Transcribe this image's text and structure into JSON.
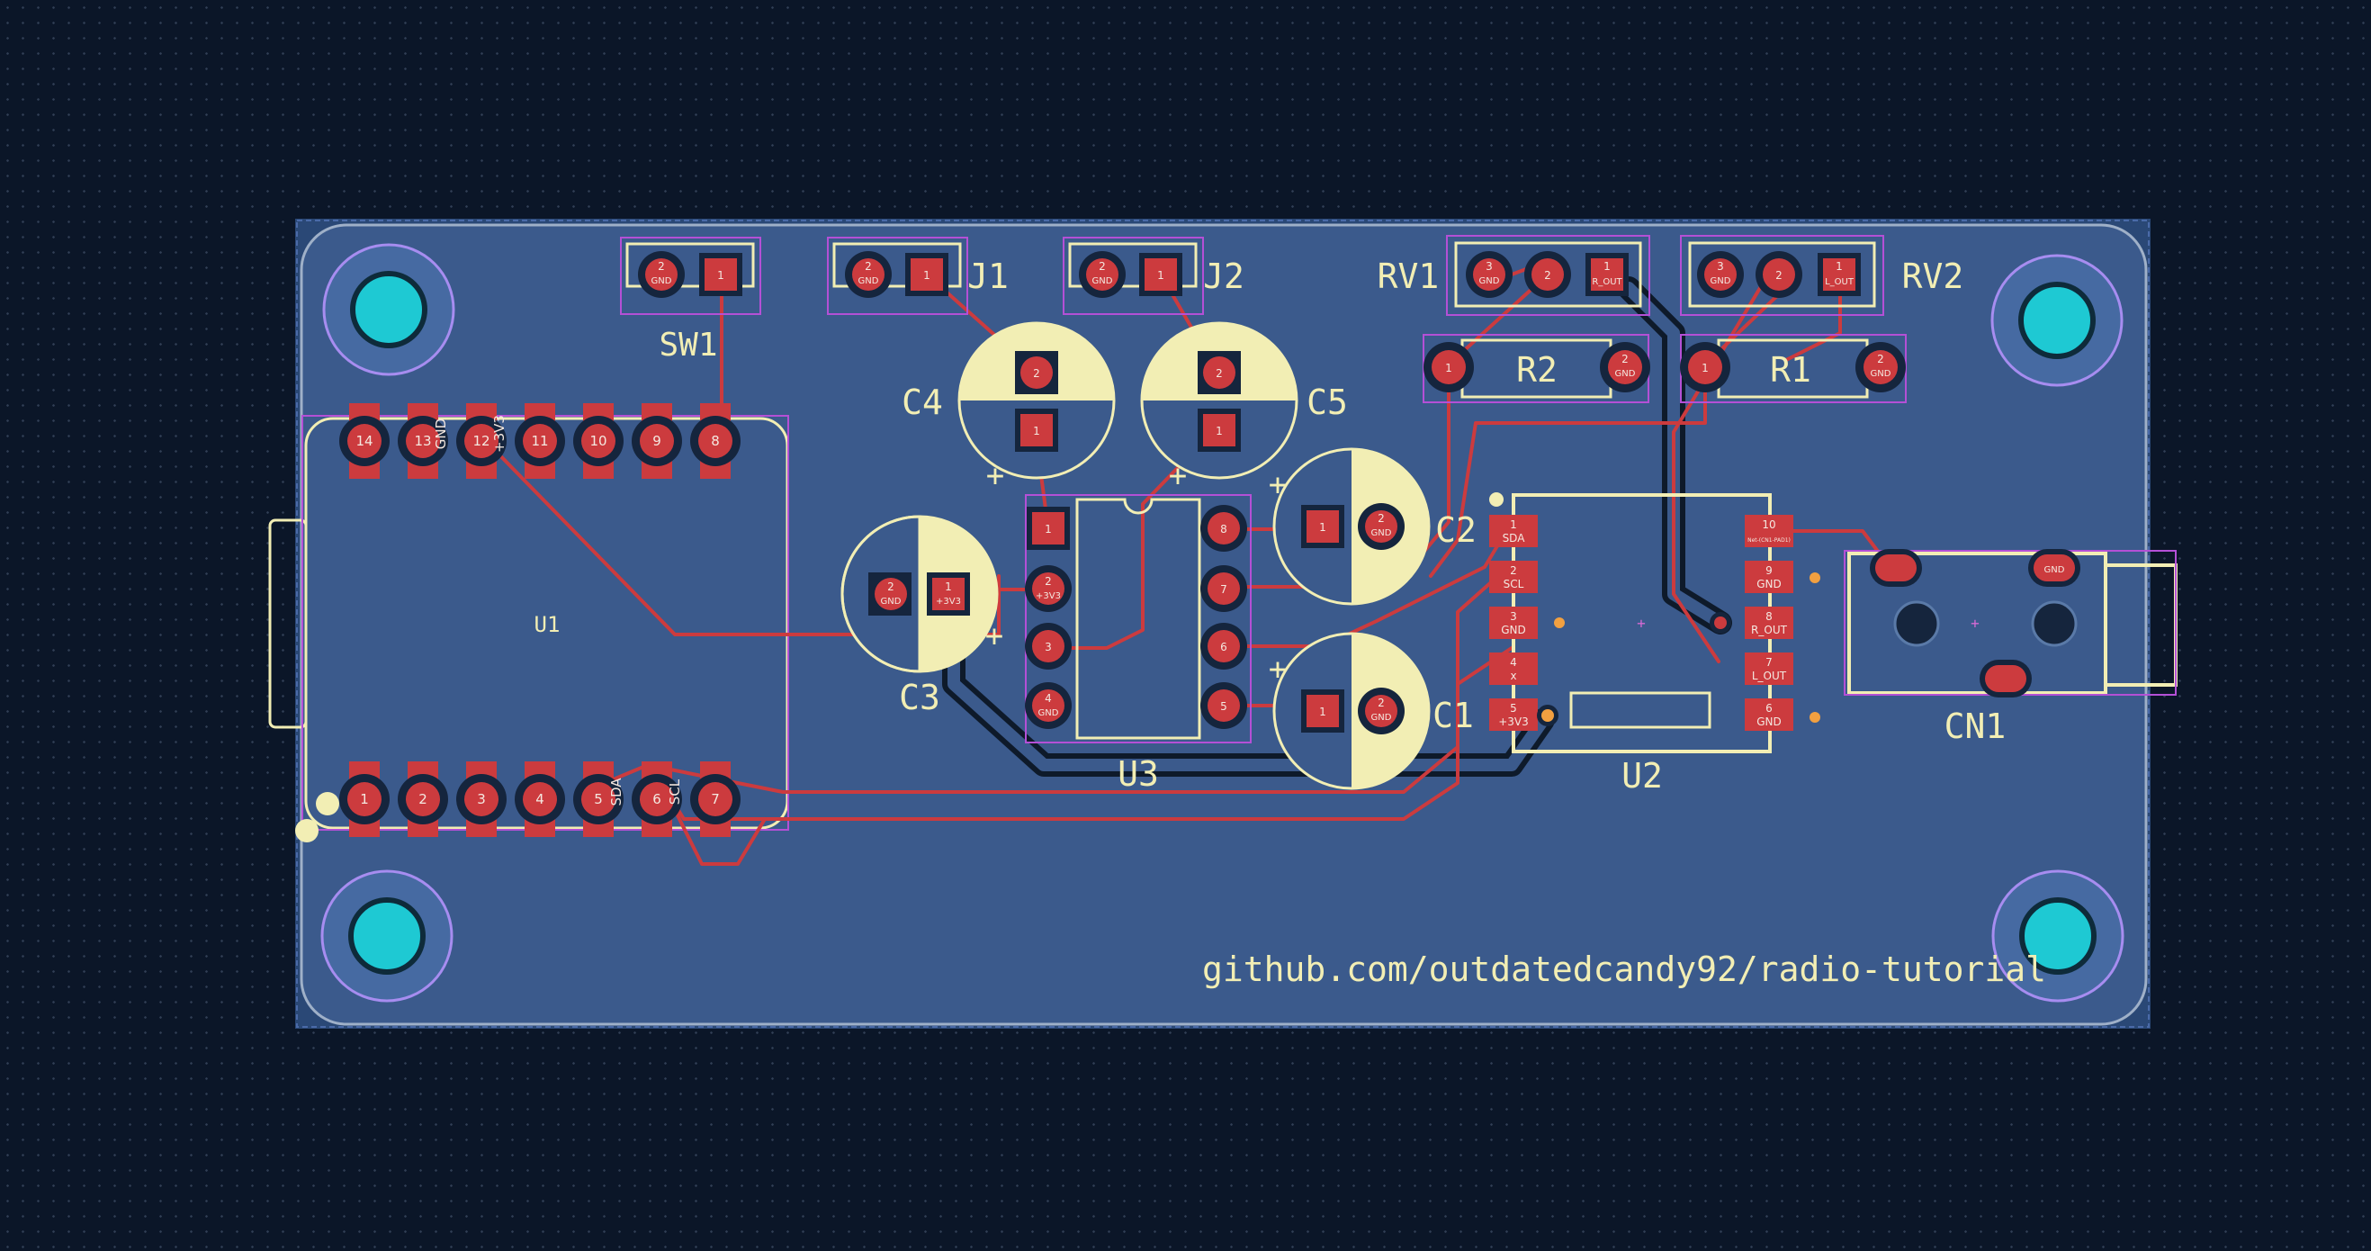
{
  "board": {
    "url_text": "github.com/outdatedcandy92/radio-tutorial",
    "colors": {
      "board": "#3b5a8c",
      "copper": "#cc3b3e",
      "silk": "#f2eeb4",
      "hole": "#19c6cf",
      "courtyard": "#b450d6"
    }
  },
  "refs": {
    "sw1": "SW1",
    "j1": "J1",
    "j2": "J2",
    "rv1": "RV1",
    "rv2": "RV2",
    "r1": "R1",
    "r2": "R2",
    "c1": "C1",
    "c2": "C2",
    "c3": "C3",
    "c4": "C4",
    "c5": "C5",
    "u1": "U1",
    "u2": "U2",
    "u3": "U3",
    "cn1": "CN1"
  },
  "pads": {
    "sw1": [
      {
        "n": "2",
        "net": "GND"
      },
      {
        "n": "1",
        "net": ""
      }
    ],
    "j1": [
      {
        "n": "2",
        "net": "GND"
      },
      {
        "n": "1",
        "net": ""
      }
    ],
    "j2": [
      {
        "n": "2",
        "net": "GND"
      },
      {
        "n": "1",
        "net": ""
      }
    ],
    "rv1": [
      {
        "n": "3",
        "net": "GND"
      },
      {
        "n": "2",
        "net": ""
      },
      {
        "n": "1",
        "net": "R_OUT"
      }
    ],
    "rv2": [
      {
        "n": "3",
        "net": "GND"
      },
      {
        "n": "2",
        "net": ""
      },
      {
        "n": "1",
        "net": "L_OUT"
      }
    ],
    "r2": [
      {
        "n": "1",
        "net": ""
      },
      {
        "n": "2",
        "net": "GND"
      }
    ],
    "r1": [
      {
        "n": "1",
        "net": ""
      },
      {
        "n": "2",
        "net": "GND"
      }
    ],
    "c4": [
      {
        "n": "2",
        "net": ""
      },
      {
        "n": "1",
        "net": ""
      }
    ],
    "c5": [
      {
        "n": "2",
        "net": ""
      },
      {
        "n": "1",
        "net": ""
      }
    ],
    "c3": [
      {
        "n": "2",
        "net": "GND"
      },
      {
        "n": "1",
        "net": "+3V3"
      }
    ],
    "c2": [
      {
        "n": "1",
        "net": ""
      },
      {
        "n": "2",
        "net": "GND"
      }
    ],
    "c1": [
      {
        "n": "1",
        "net": ""
      },
      {
        "n": "2",
        "net": "GND"
      }
    ],
    "u3_left": [
      {
        "n": "1",
        "net": ""
      },
      {
        "n": "2",
        "net": "+3V3"
      },
      {
        "n": "3",
        "net": ""
      },
      {
        "n": "4",
        "net": "GND"
      }
    ],
    "u3_right": [
      {
        "n": "8",
        "net": ""
      },
      {
        "n": "7",
        "net": ""
      },
      {
        "n": "6",
        "net": ""
      },
      {
        "n": "5",
        "net": ""
      }
    ],
    "u1_top": [
      {
        "n": "14",
        "net": ""
      },
      {
        "n": "13",
        "net": "GND"
      },
      {
        "n": "12",
        "net": "+3V3"
      },
      {
        "n": "11",
        "net": ""
      },
      {
        "n": "10",
        "net": ""
      },
      {
        "n": "9",
        "net": ""
      },
      {
        "n": "8",
        "net": ""
      }
    ],
    "u1_bottom": [
      {
        "n": "1",
        "net": ""
      },
      {
        "n": "2",
        "net": ""
      },
      {
        "n": "3",
        "net": ""
      },
      {
        "n": "4",
        "net": ""
      },
      {
        "n": "5",
        "net": "SDA"
      },
      {
        "n": "6",
        "net": "SCL"
      },
      {
        "n": "7",
        "net": ""
      }
    ],
    "u2_left": [
      {
        "n": "1",
        "net": "SDA"
      },
      {
        "n": "2",
        "net": "SCL"
      },
      {
        "n": "3",
        "net": "GND"
      },
      {
        "n": "4",
        "net": "x"
      },
      {
        "n": "5",
        "net": "+3V3"
      }
    ],
    "u2_right": [
      {
        "n": "10",
        "net": "Net-(CN1-PAD1)"
      },
      {
        "n": "9",
        "net": "GND"
      },
      {
        "n": "8",
        "net": "R_OUT"
      },
      {
        "n": "7",
        "net": "L_OUT"
      },
      {
        "n": "6",
        "net": "GND"
      }
    ],
    "cn1": [
      {
        "n": "",
        "net": ""
      },
      {
        "n": "",
        "net": "GND"
      },
      {
        "n": "",
        "net": ""
      }
    ]
  },
  "polarity_mark": "+"
}
